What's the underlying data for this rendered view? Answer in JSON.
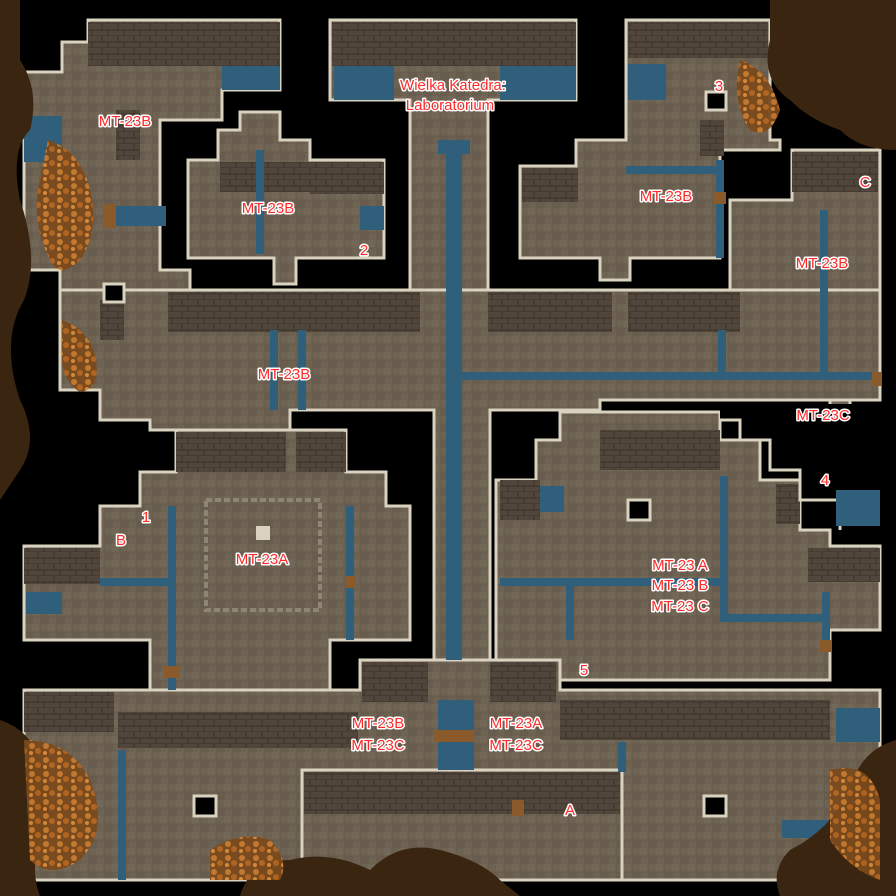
{
  "map": {
    "title_line1": "Wielka Katedra:",
    "title_line2": "Laboratorium",
    "labels": {
      "mt23b_nw": "MT-23B",
      "mt23b_inner": "MT-23B",
      "mt23b_ne": "MT-23B",
      "mt23b_e": "MT-23B",
      "mt23b_center": "MT-23B",
      "mt23c_e": "MT-23C",
      "mt23a_room": "MT-23A",
      "mt23_multi_a": "MT-23 A",
      "mt23_multi_b": "MT-23 B",
      "mt23_multi_c": "MT-23 C",
      "south_left_1": "MT-23B",
      "south_left_2": "MT-23C",
      "south_right_1": "MT-23A",
      "south_right_2": "MT-23C"
    },
    "markers": {
      "m1": "1",
      "m2": "2",
      "m3": "3",
      "m4": "4",
      "m5": "5",
      "mA": "A",
      "mB": "B",
      "mC": "C"
    },
    "colors": {
      "background": "#000000",
      "floor": "#6e6253",
      "wall_top": "#4a4036",
      "wall_edge": "#d9d2bf",
      "water": "#2f5f7a",
      "cave": "#3a2510",
      "leaves": "#c0712a",
      "label": "#ff2a2a"
    }
  }
}
